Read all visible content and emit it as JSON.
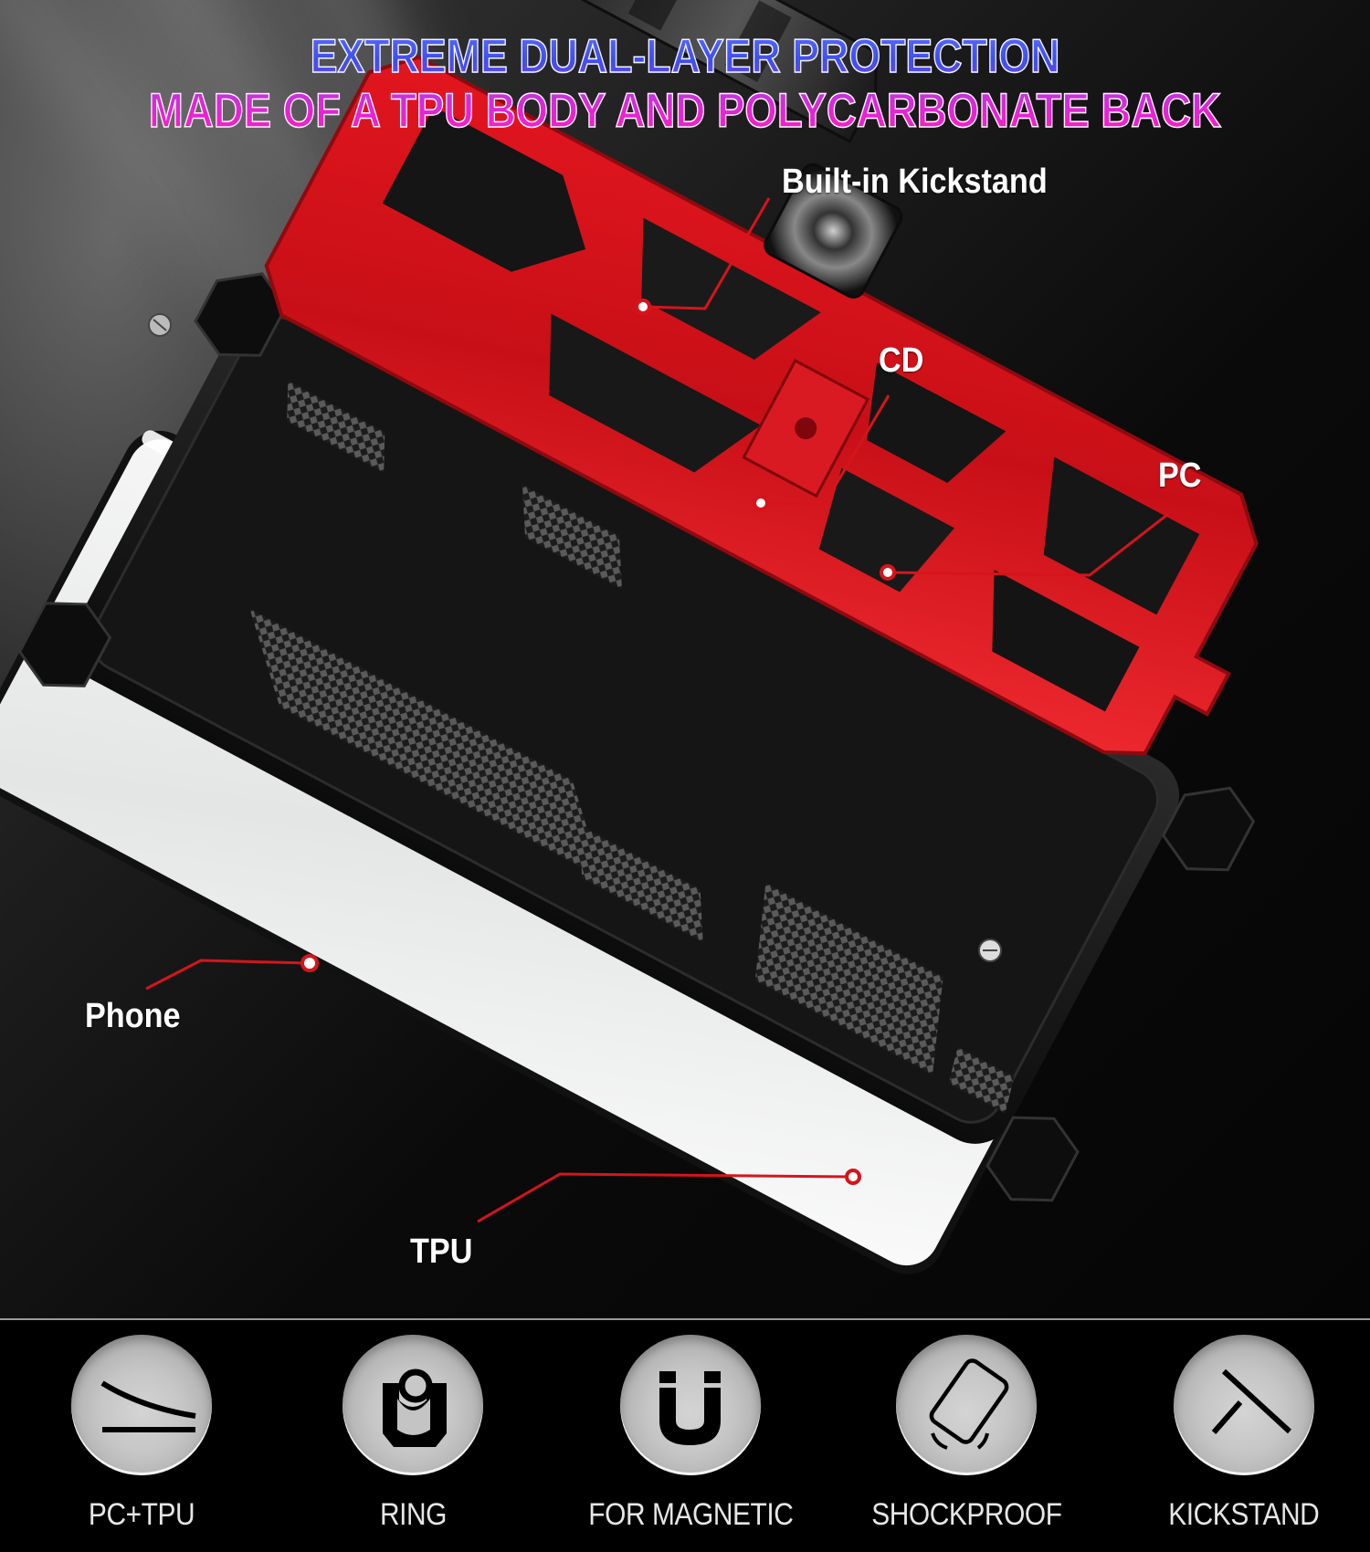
{
  "headline": {
    "line1": "EXTREME DUAL-LAYER PROTECTION",
    "line2": "MADE OF A TPU BODY AND POLYCARBONATE BACK",
    "line1_color": "#4a58f2",
    "line2_color": "#e024cc"
  },
  "callouts": [
    {
      "id": "kickstand",
      "label": "Built-in Kickstand"
    },
    {
      "id": "cd",
      "label": "CD"
    },
    {
      "id": "pc",
      "label": "PC"
    },
    {
      "id": "phone",
      "label": "Phone"
    },
    {
      "id": "tpu",
      "label": "TPU"
    }
  ],
  "accent_color": "#d6141c",
  "features": [
    {
      "icon": "pc-tpu-layers-icon",
      "label": "PC+TPU"
    },
    {
      "icon": "ring-holder-icon",
      "label": "RING"
    },
    {
      "icon": "magnet-icon",
      "label": "FOR MAGNETIC"
    },
    {
      "icon": "shockproof-phone-icon",
      "label": "SHOCKPROOF"
    },
    {
      "icon": "kickstand-icon",
      "label": "KICKSTAND"
    }
  ]
}
